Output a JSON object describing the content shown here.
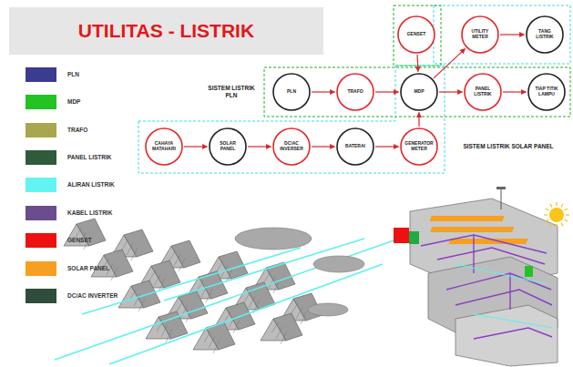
{
  "diagram": {
    "title": "UTILITAS - LISTRIK",
    "nodes": [
      {
        "text": [
          "GENSET"
        ]
      },
      {
        "text": [
          "UTILITY METER"
        ]
      },
      {
        "text": [
          "TANG LISTRIK"
        ]
      },
      {
        "text": [
          "PLN"
        ]
      },
      {
        "text": [
          "TRAFO"
        ]
      },
      {
        "text": [
          "MDP"
        ]
      },
      {
        "text": [
          "PANEL LISTRIK"
        ]
      },
      {
        "text": [
          "TIAP TITIK LAMPU"
        ]
      },
      {
        "text": [
          "CAHAYA MATAHARI"
        ]
      },
      {
        "text": [
          "SOLAR PANEL"
        ]
      },
      {
        "text": [
          "DC/AC INVERSER"
        ]
      },
      {
        "text": [
          "BATERAI"
        ]
      },
      {
        "text": [
          "GENERATOR METER"
        ]
      }
    ],
    "edges": [
      {
        "from": 0,
        "to": 5,
        "arrow": "to"
      },
      {
        "from": 5,
        "to": 1,
        "arrow": "to"
      },
      {
        "from": 1,
        "to": 2,
        "arrow": "to"
      },
      {
        "from": 3,
        "to": 4,
        "arrow": "to"
      },
      {
        "from": 4,
        "to": 5,
        "arrow": "to"
      },
      {
        "from": 5,
        "to": 6,
        "arrow": "to"
      },
      {
        "from": 6,
        "to": 7,
        "arrow": "to"
      },
      {
        "from": 8,
        "to": 9,
        "arrow": "to"
      },
      {
        "from": 9,
        "to": 10,
        "arrow": "to"
      },
      {
        "from": 10,
        "to": 11,
        "arrow": "to"
      },
      {
        "from": 11,
        "to": 12,
        "arrow": "to"
      },
      {
        "from": 12,
        "to": 5,
        "arrow": "to"
      }
    ],
    "labels": [
      "SISTEM LISTRIK PLN",
      "SISTEM LISTRIK SOLAR PANEL"
    ],
    "legend": [
      {
        "text": "PLN",
        "color": "#3b3b8f"
      },
      {
        "text": "MDP",
        "color": "#22c322"
      },
      {
        "text": "TRAFO",
        "color": "#a9a74e"
      },
      {
        "text": "PANEL LISTRIK",
        "color": "#2f5b3b"
      },
      {
        "text": "ALIRAN LISTRIK",
        "color": "#62f3f3"
      },
      {
        "text": "KABEL LISTRIK",
        "color": "#6b4c8c"
      },
      {
        "text": "GENSET",
        "color": "#ee1111"
      },
      {
        "text": "SOLAR PANEL",
        "color": "#f5a023"
      },
      {
        "text": "DC/AC INVERTER",
        "color": "#2e4d3a"
      }
    ]
  }
}
